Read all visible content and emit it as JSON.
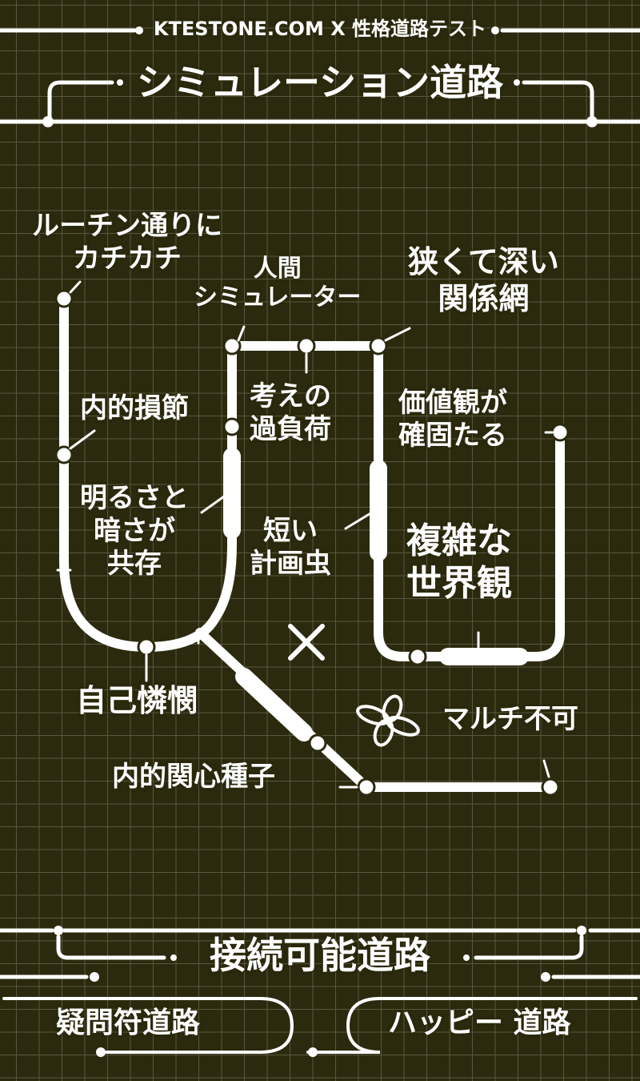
{
  "header": {
    "brand": "KTESTONE.COM X 性格道路テスト",
    "title": "シミュレーション道路"
  },
  "map_labels": {
    "routine": [
      "ルーチン通りに",
      "カチカチ"
    ],
    "introspection": "内的損節",
    "light_dark": [
      "明るさと",
      "暗さが",
      "共存"
    ],
    "self_pity": "自己憐憫",
    "human_sim": [
      "人間",
      "シミュレーター"
    ],
    "overthink": [
      "考えの",
      "過負荷"
    ],
    "short_plan": [
      "短い",
      "計画虫"
    ],
    "narrow_deep": [
      "狭くて深い",
      "関係網"
    ],
    "values": [
      "価値観が",
      "確固たる"
    ],
    "complex": [
      "複雑な",
      "世界観"
    ],
    "no_multi": "マルチ不可",
    "inner_seed": "内的関心種子"
  },
  "footer": {
    "title": "接続可能道路",
    "left_road": "疑問符道路",
    "right_road": "ハッピー 道路"
  },
  "colors": {
    "background": "#2c2a0e",
    "line": "#ffffff",
    "grid": "#59573f"
  }
}
